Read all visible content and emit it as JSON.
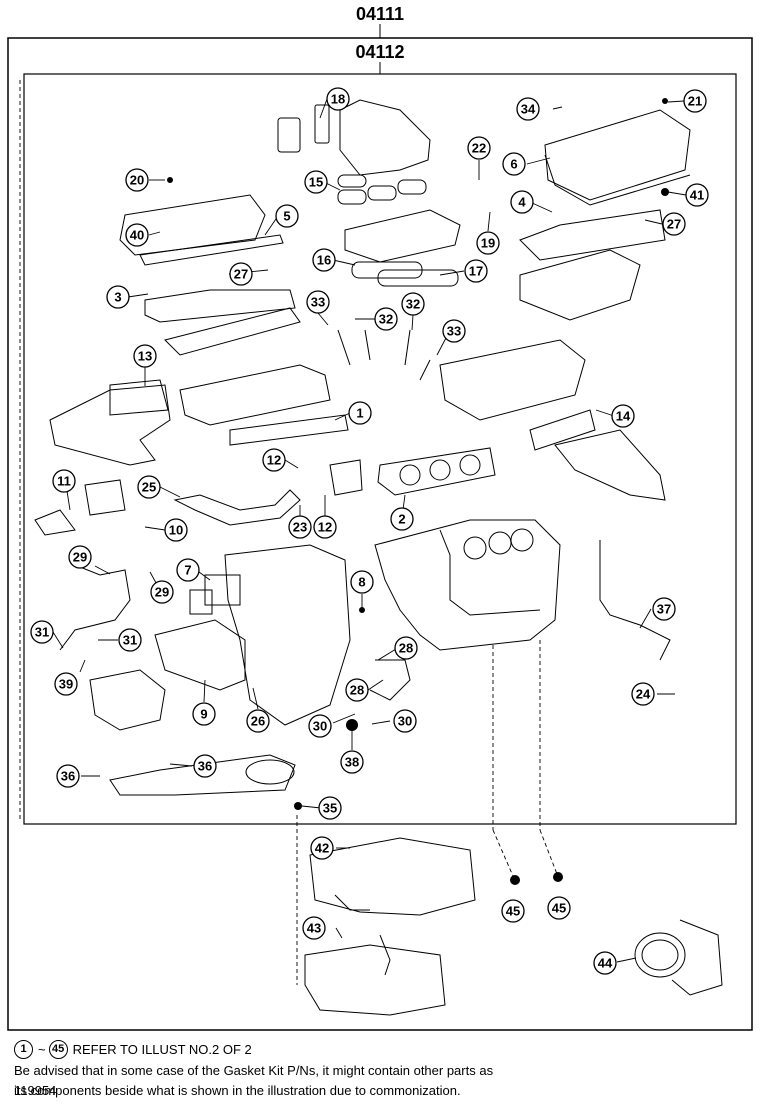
{
  "header": {
    "kit_code": "04111",
    "subkit_code": "04112"
  },
  "callouts": [
    {
      "id": "18",
      "label": "18"
    },
    {
      "id": "20",
      "label": "20"
    },
    {
      "id": "15",
      "label": "15"
    },
    {
      "id": "5",
      "label": "5"
    },
    {
      "id": "40",
      "label": "40"
    },
    {
      "id": "27a",
      "label": "27"
    },
    {
      "id": "3",
      "label": "3"
    },
    {
      "id": "16",
      "label": "16"
    },
    {
      "id": "17",
      "label": "17"
    },
    {
      "id": "22",
      "label": "22"
    },
    {
      "id": "19",
      "label": "19"
    },
    {
      "id": "34",
      "label": "34"
    },
    {
      "id": "21",
      "label": "21"
    },
    {
      "id": "6",
      "label": "6"
    },
    {
      "id": "41",
      "label": "41"
    },
    {
      "id": "4",
      "label": "4"
    },
    {
      "id": "27b",
      "label": "27"
    },
    {
      "id": "33a",
      "label": "33"
    },
    {
      "id": "32a",
      "label": "32"
    },
    {
      "id": "32b",
      "label": "32"
    },
    {
      "id": "33b",
      "label": "33"
    },
    {
      "id": "13",
      "label": "13"
    },
    {
      "id": "1",
      "label": "1"
    },
    {
      "id": "14",
      "label": "14"
    },
    {
      "id": "12a",
      "label": "12"
    },
    {
      "id": "11",
      "label": "11"
    },
    {
      "id": "25",
      "label": "25"
    },
    {
      "id": "23",
      "label": "23"
    },
    {
      "id": "12b",
      "label": "12"
    },
    {
      "id": "2",
      "label": "2"
    },
    {
      "id": "10",
      "label": "10"
    },
    {
      "id": "29a",
      "label": "29"
    },
    {
      "id": "7",
      "label": "7"
    },
    {
      "id": "29b",
      "label": "29"
    },
    {
      "id": "8",
      "label": "8"
    },
    {
      "id": "37",
      "label": "37"
    },
    {
      "id": "31a",
      "label": "31"
    },
    {
      "id": "31b",
      "label": "31"
    },
    {
      "id": "28a",
      "label": "28"
    },
    {
      "id": "39",
      "label": "39"
    },
    {
      "id": "28b",
      "label": "28"
    },
    {
      "id": "9",
      "label": "9"
    },
    {
      "id": "26",
      "label": "26"
    },
    {
      "id": "24",
      "label": "24"
    },
    {
      "id": "30a",
      "label": "30"
    },
    {
      "id": "30b",
      "label": "30"
    },
    {
      "id": "38",
      "label": "38"
    },
    {
      "id": "36a",
      "label": "36"
    },
    {
      "id": "36b",
      "label": "36"
    },
    {
      "id": "35",
      "label": "35"
    },
    {
      "id": "42",
      "label": "42"
    },
    {
      "id": "45a",
      "label": "45"
    },
    {
      "id": "45b",
      "label": "45"
    },
    {
      "id": "43",
      "label": "43"
    },
    {
      "id": "44",
      "label": "44"
    }
  ],
  "footer": {
    "range_start": "1",
    "range_tilde": "~",
    "range_end": "45",
    "range_text": "REFER TO ILLUST NO.2 OF 2",
    "note_line1": "Be advised that in some case of the Gasket Kit P/Ns,  it might contain other parts as",
    "note_line2": "its components beside what is shown in the illustration due to commonization.",
    "illustration_id": "119954"
  }
}
